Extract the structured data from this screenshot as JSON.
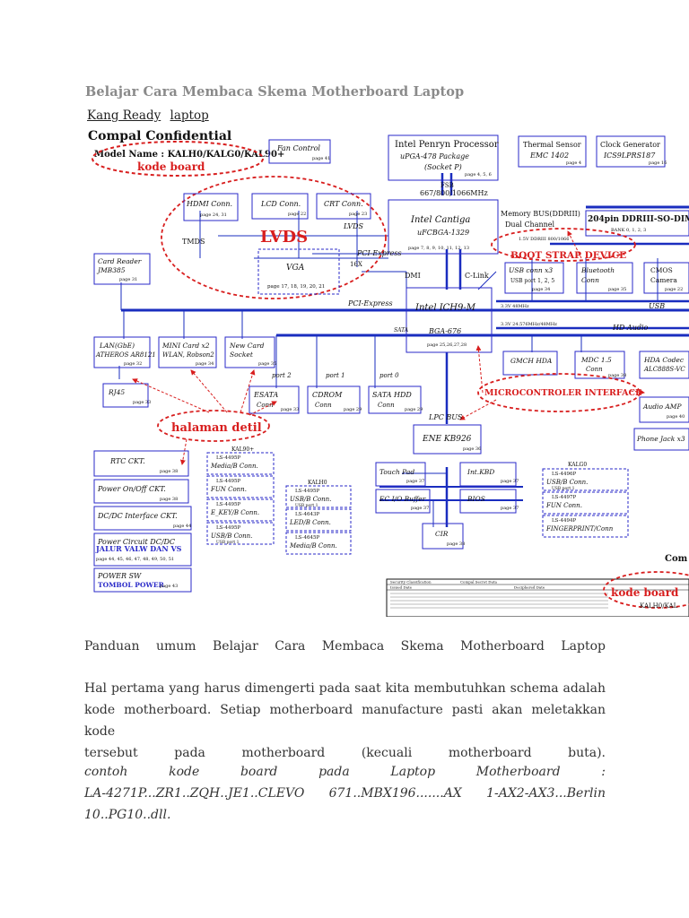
{
  "post": {
    "title": "Belajar Cara Membaca Skema Motherboard Laptop",
    "author": "Kang Ready",
    "category": "laptop"
  },
  "schematic": {
    "compal_title": "Compal Confidential",
    "model_name": "Model Name : KALH0/KALG0/KAL90+",
    "kode_board": "kode board",
    "lvds_big": "LVDS",
    "boot_strap": "BOOT STRAP DEVICE",
    "microcontroler": "MICROCONTROLER INTERFACE",
    "halaman_detil": "halaman detil",
    "kode_board_br": "kode board",
    "jalur_valw": "JALUR VALW DAN VS",
    "tombol_power": "TOMBOL POWER",
    "cpu": {
      "title": "Intel Penryn Processor",
      "l2": "uPGA-478 Package",
      "l3": "(Socket P)",
      "page": "page 4, 5, 6"
    },
    "fsb": {
      "l1": "FSB",
      "l2": "667/800/1066MHz"
    },
    "nb": {
      "title": "Intel Cantiga",
      "l2": "uFCBGA-1329",
      "page": "page 7, 8, 9, 10, 11, 12, 13"
    },
    "sb": {
      "title": "Intel ICH9-M",
      "l2": "BGA-676",
      "page": "page 25,26,27,28"
    },
    "ec": {
      "title": "ENE KB926",
      "page": "page 36"
    },
    "fan": {
      "label": "Fan Control",
      "page": "page 41"
    },
    "thermal": {
      "l1": "Thermal Sensor",
      "l2": "EMC 1402",
      "page": "page 4"
    },
    "clock": {
      "l1": "Clock Generator",
      "l2": "ICS9LPRS187",
      "page": "page 16"
    },
    "membus": {
      "l1": "Memory BUS(DDRIII)",
      "l2": "Dual Channel",
      "l3": "1.5V DDRIII 800/1066"
    },
    "sodimm": {
      "l1": "204pin DDRIII-SO-DIMM",
      "l2": "BANK 0, 1, 2, 3"
    },
    "hdmi": {
      "label": "HDMI Conn.",
      "page": "page 24, 31"
    },
    "lcd": {
      "label": "LCD Conn.",
      "page": "page 22"
    },
    "crt": {
      "label": "CRT Conn.",
      "page": "page 23"
    },
    "vga": {
      "label": "VGA",
      "page": "page 17, 18, 19, 20, 21"
    },
    "bus": {
      "tmds": "TMDS",
      "lvds": "LVDS",
      "pcie": "PCI-Express",
      "x16": "16X",
      "dmi": "DMI",
      "clink": "C-Link",
      "pcie2": "PCI-Express",
      "usb": "USB",
      "sata": "SATA",
      "hda": "HD Audio",
      "lpc": "LPC BUS",
      "v33a": "3.3V 48MHz",
      "v33b": "3.3V 24.576MHz/48MHz"
    },
    "card_reader": {
      "l1": "Card Reader",
      "l2": "JMB385",
      "page": "page 31"
    },
    "usb_conn": {
      "l1": "USB conn x3",
      "l2": "USB port 1, 2, 5",
      "page": "page 34"
    },
    "bt": {
      "l1": "Bluetooth",
      "l2": "Conn",
      "page": "page 35"
    },
    "cmos": {
      "l1": "CMOS",
      "l2": "Camera",
      "page": "page 22"
    },
    "lan": {
      "l1": "LAN(GbE)",
      "l2": "ATHEROS AR8121",
      "page": "page 32"
    },
    "mini": {
      "l1": "MINI Card x2",
      "l2": "WLAN, Robson2",
      "page": "page 34"
    },
    "newcard": {
      "l1": "New Card",
      "l2": "Socket",
      "page": "page 35"
    },
    "rj45": {
      "label": "RJ45",
      "page": "page 33"
    },
    "gmch_hda": {
      "label": "GMCH HDA"
    },
    "mdc": {
      "l1": "MDC 1.5",
      "l2": "Conn",
      "page": "page 38"
    },
    "hda_codec": {
      "l1": "HDA Codec",
      "l2": "ALC888S-VC"
    },
    "ports": {
      "p2": "port 2",
      "p1": "port 1",
      "p0": "port 0"
    },
    "esata": {
      "l1": "ESATA",
      "l2": "Conn",
      "page": "page 33"
    },
    "cdrom": {
      "l1": "CDROM",
      "l2": "Conn",
      "page": "page 29"
    },
    "sata_hdd": {
      "l1": "SATA HDD",
      "l2": "Conn",
      "page": "page 29"
    },
    "audio_amp": {
      "label": "Audio AMP",
      "page": "page 40"
    },
    "phone_jack": {
      "label": "Phone Jack x3"
    },
    "rtc": {
      "label": "RTC CKT.",
      "page": "page 38"
    },
    "power_onoff": {
      "label": "Power On/Off CKT.",
      "page": "page 38"
    },
    "dcdc": {
      "label": "DC/DC Interface CKT.",
      "page": "page 44"
    },
    "power_circuit": {
      "label": "Power Circuit DC/DC",
      "page": "page 44, 45, 46, 47, 48, 49, 50, 51"
    },
    "power_sw": {
      "label": "POWER SW",
      "page": "page 43"
    },
    "touchpad": {
      "label": "Touch Pad",
      "page": "page 37"
    },
    "intkbd": {
      "label": "Int.KBD",
      "page": "page 37"
    },
    "ecio": {
      "label": "EC I/O Buffer",
      "page": "page 37"
    },
    "bios": {
      "label": "BIOS",
      "page": "page 37"
    },
    "cir": {
      "label": "CIR",
      "page": "page 38"
    },
    "kal90": {
      "head": "KAL90+",
      "items": [
        {
          "code": "LS-4495P",
          "name": "Media/B Conn."
        },
        {
          "code": "LS-4495P",
          "name": "FUN Conn."
        },
        {
          "code": "LS-4495P",
          "name": "E_KEY/B Conn."
        },
        {
          "code": "LS-4495P",
          "name": "USB/B Conn."
        }
      ],
      "usb_sub": "USB port 1"
    },
    "kalh0": {
      "head": "KALH0",
      "items": [
        {
          "code": "LS-4495P",
          "name": "USB/B Conn."
        },
        {
          "code": "LS-4643P",
          "name": "LED/B Conn."
        },
        {
          "code": "LS-4645P",
          "name": "Media/B Conn."
        }
      ],
      "usb_sub": "USB port 1"
    },
    "kalg0": {
      "head": "KALG0",
      "items": [
        {
          "code": "LS-4496P",
          "name": "USB/B Conn."
        },
        {
          "code": "LS-4497P",
          "name": "FUN Conn."
        },
        {
          "code": "LS-4494P",
          "name": "FINGERPRINT/Conn"
        }
      ],
      "usb_sub": "USB port 1"
    },
    "footer": {
      "security": "Security Classification",
      "secret": "Compal Secret Data",
      "issued": "Issued Date",
      "declass": "Deciphered Date",
      "com": "Com",
      "model": "KALH0/KAL"
    }
  },
  "article": {
    "p1": "Panduan umum Belajar Cara Membaca Skema Motherboard Laptop",
    "p2a": "Hal pertama yang harus dimengerti pada saat kita membutuhkan schema adalah",
    "p2b": "kode motherboard. Setiap motherboard manufacture pasti akan meletakkan kode",
    "p2c": "tersebut pada motherboard (kecuali motherboard buta).",
    "p3a": "contoh kode board pada Laptop Motherboard :",
    "p3b": "LA-4271P...ZR1..ZQH..JE1..CLEVO 671..MBX196.......AX 1-AX2-AX3...Berlin",
    "p3c": "10..PG10..dll."
  },
  "colors": {
    "title_gray": "#8a8a8a",
    "bus_blue": "#1a2dbf",
    "annot_red": "#d81e1e",
    "box_blue": "#2a2ac8"
  }
}
